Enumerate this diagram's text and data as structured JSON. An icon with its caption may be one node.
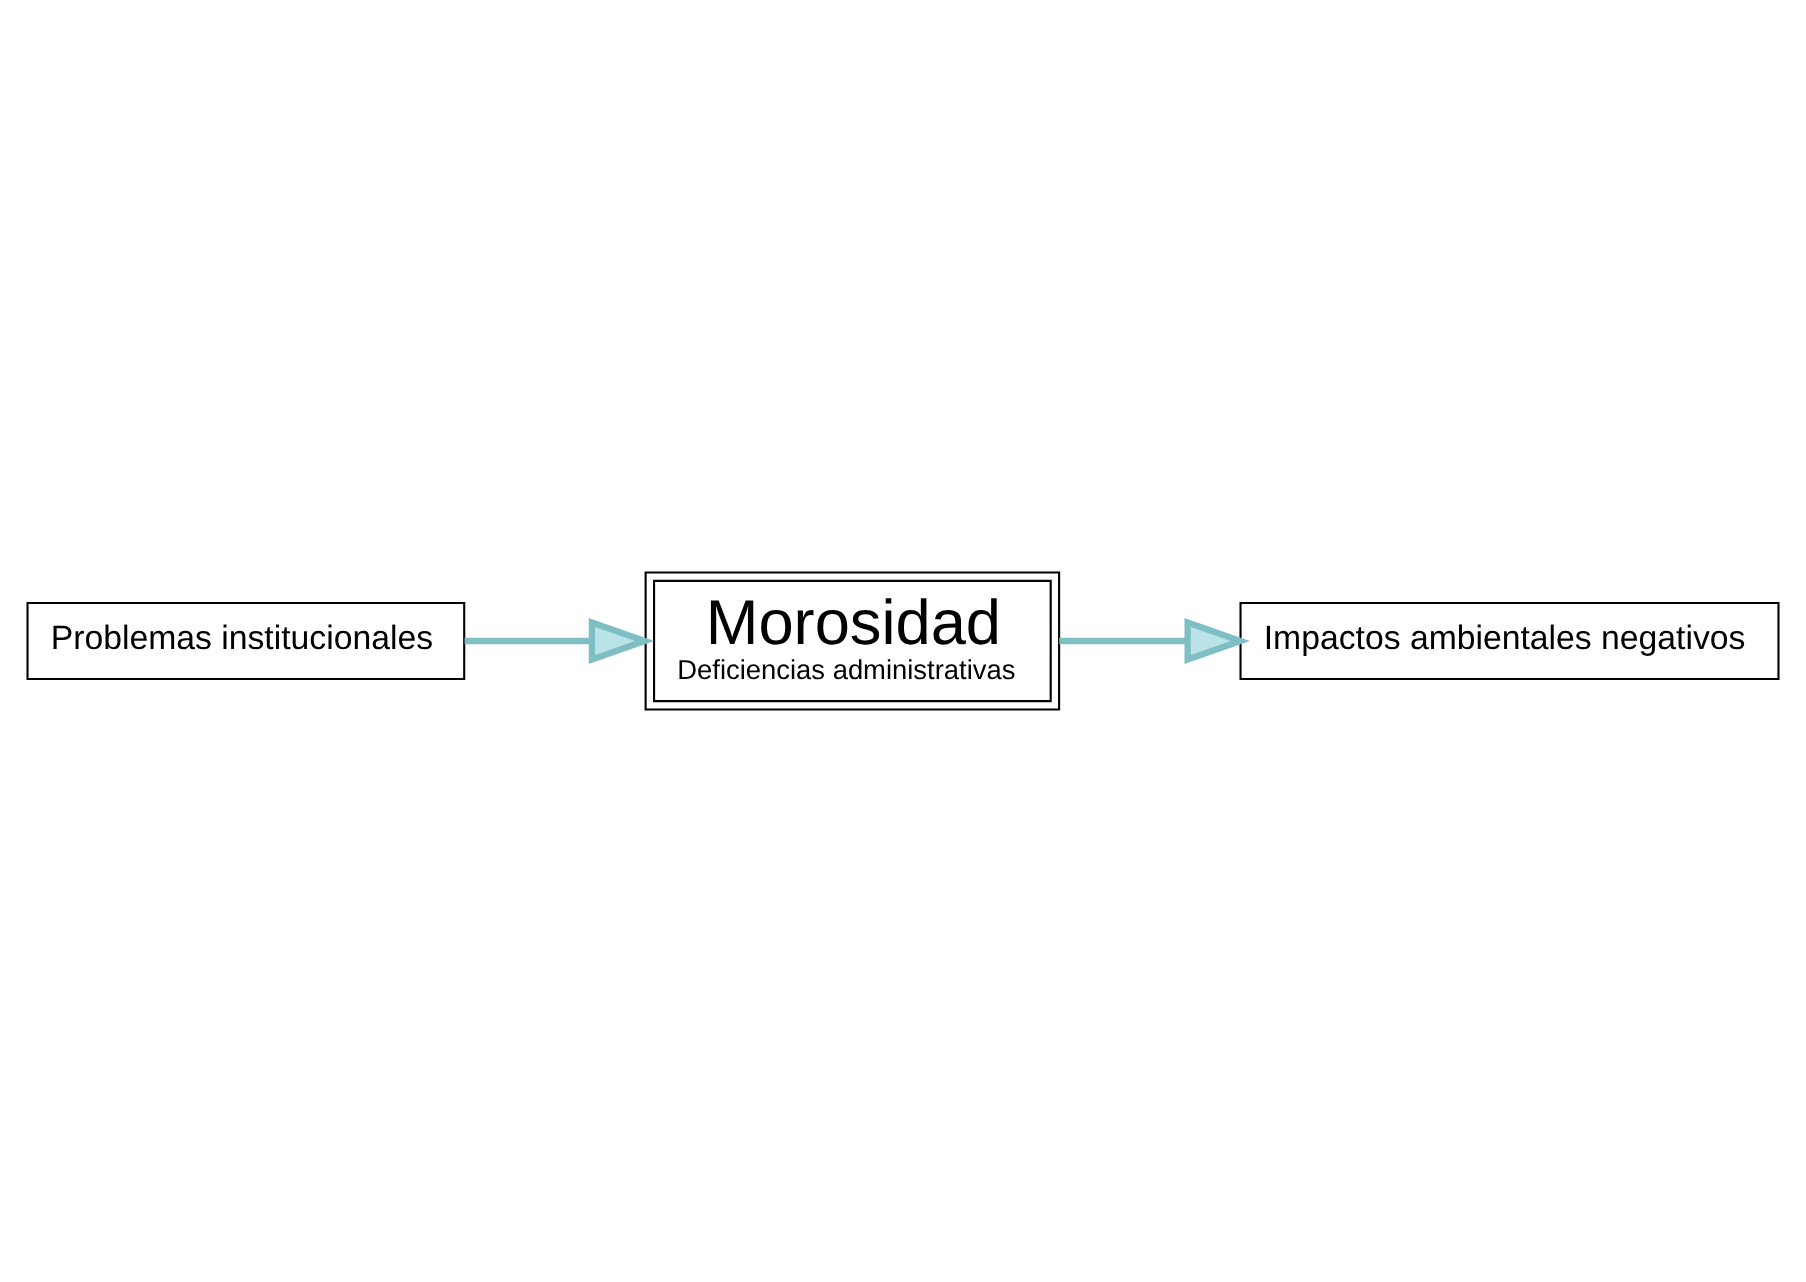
{
  "diagram": {
    "nodes": [
      {
        "text": [
          "Morosidad",
          "Deficiencias administrativas"
        ]
      },
      {
        "text": [
          "Problemas institucionales"
        ]
      },
      {
        "text": [
          "Impactos ambientales negativos"
        ]
      }
    ],
    "edges": [
      {
        "from": 1,
        "to": 0,
        "arrow": "to"
      },
      {
        "from": 0,
        "to": 2,
        "arrow": "to"
      }
    ]
  }
}
